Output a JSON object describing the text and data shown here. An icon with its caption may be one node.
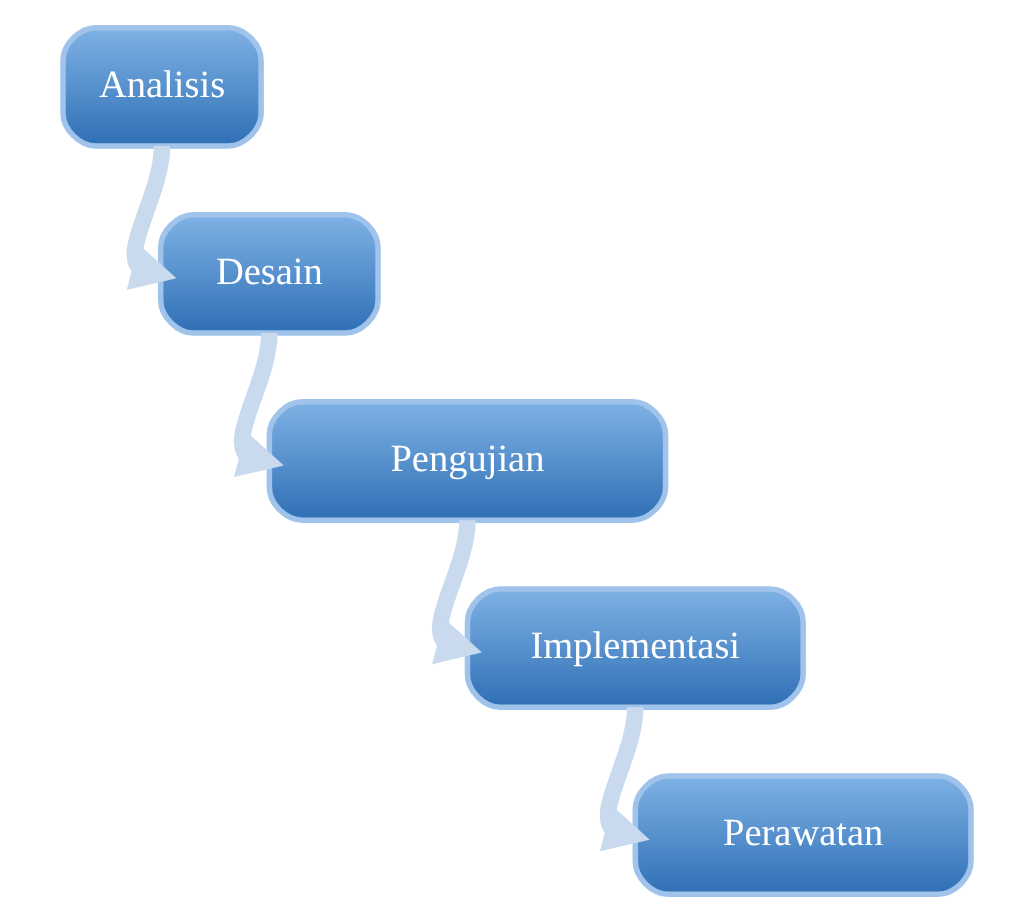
{
  "diagram": {
    "nodes": [
      {
        "text": [
          "Analisis"
        ]
      },
      {
        "text": [
          "Desain"
        ]
      },
      {
        "text": [
          "Pengujian"
        ]
      },
      {
        "text": [
          "Implementasi"
        ]
      },
      {
        "text": [
          "Perawatan"
        ]
      }
    ],
    "edges": [
      {
        "from": 0,
        "to": 1,
        "arrow": "to"
      },
      {
        "from": 1,
        "to": 2,
        "arrow": "to"
      },
      {
        "from": 2,
        "to": 3,
        "arrow": "to"
      },
      {
        "from": 3,
        "to": 4,
        "arrow": "to"
      }
    ]
  }
}
